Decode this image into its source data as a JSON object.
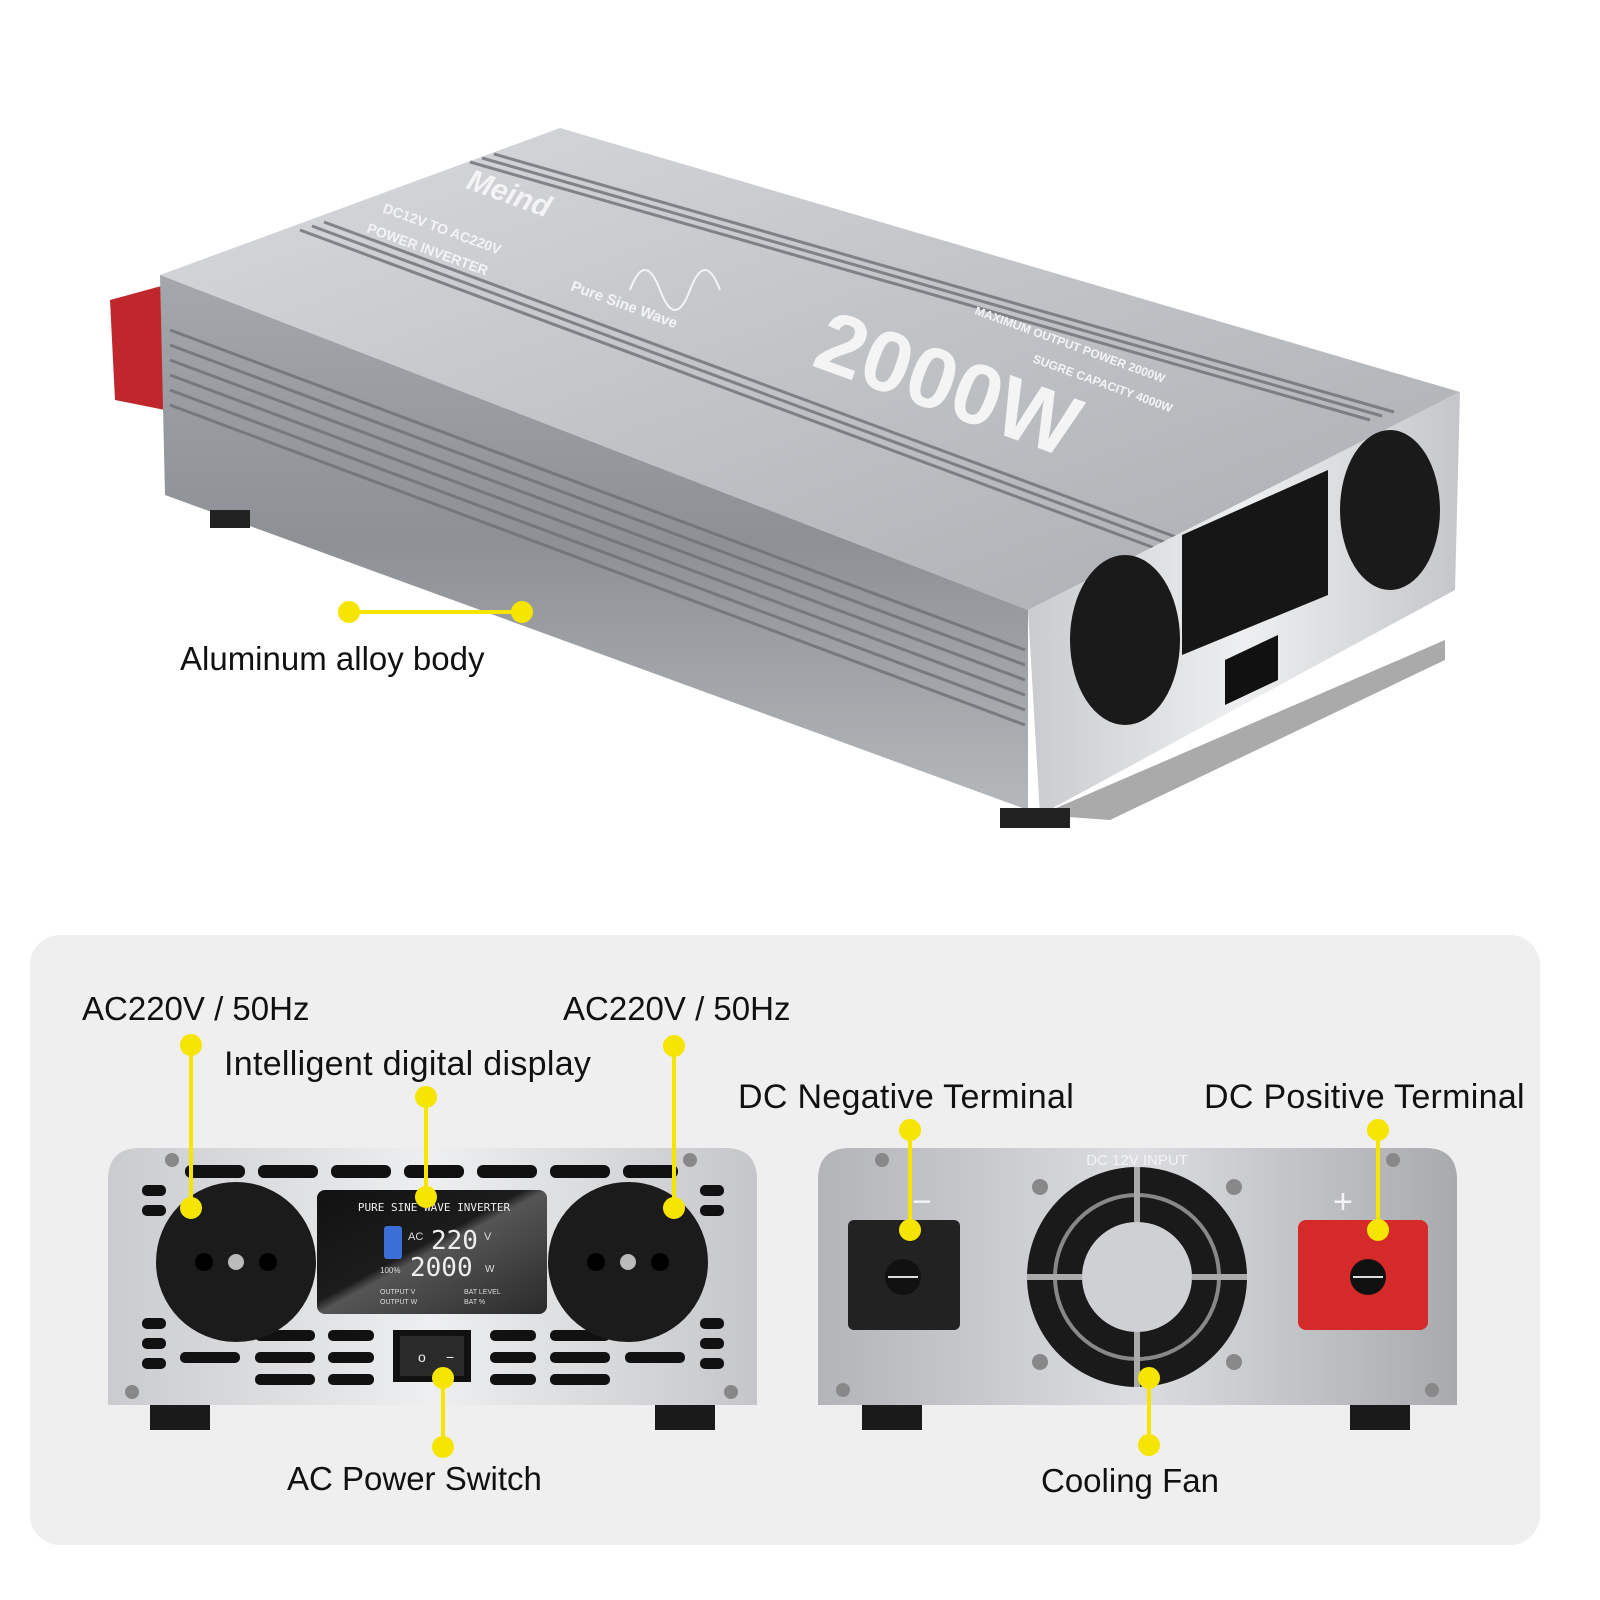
{
  "product": {
    "brand": "Meind",
    "top_line1": "DC12V TO AC220V",
    "top_line2": "POWER INVERTER",
    "wave_label": "Pure Sine Wave",
    "power_big": "2000W",
    "spec_line1": "MAXIMUM OUTPUT POWER 2000W",
    "spec_line2": "SUGRE CAPACITY 4000W",
    "display": {
      "title": "PURE SINE WAVE INVERTER",
      "ac": "AC",
      "voltage": "220",
      "voltage_unit": "V",
      "power": "2000",
      "power_unit": "W",
      "battery_pct": "100%",
      "ind1": "OUTPUT V",
      "ind2": "OUTPUT W",
      "ind3": "BAT LEVEL",
      "ind4": "BAT %"
    },
    "switch_on": "−",
    "switch_off": "o",
    "dc_input": "DC  12V  INPUT",
    "neg_symbol": "−",
    "pos_symbol": "+"
  },
  "labels": {
    "body": "Aluminum  alloy  body",
    "outlet_left": "AC220V  /  50Hz",
    "outlet_right": "AC220V  /  50Hz",
    "display": "Intelligent digital display",
    "neg": "DC Negative Terminal",
    "pos": "DC Positive Terminal",
    "switch": "AC  Power  Switch",
    "fan": "Cooling  Fan"
  },
  "colors": {
    "callout": "#f5e500",
    "terminal_positive": "#d42a2a",
    "terminal_negative": "#222222",
    "body": "#b9bcc0",
    "panel_bg": "#efefef"
  }
}
